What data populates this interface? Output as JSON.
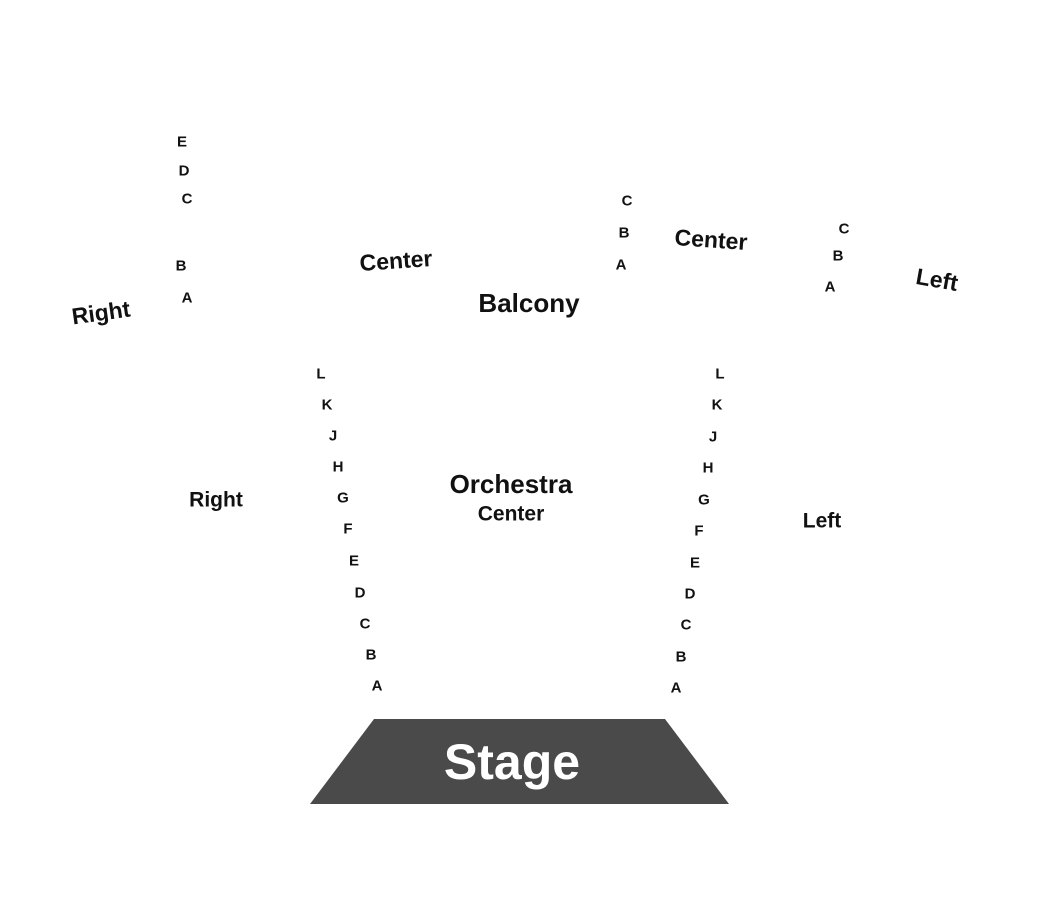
{
  "sections": {
    "balcony": {
      "title": "Balcony",
      "right": "Right",
      "center_left": "Center",
      "center_right": "Center",
      "left": "Left"
    },
    "orchestra": {
      "title": "Orchestra",
      "subtitle": "Center",
      "right": "Right",
      "left": "Left"
    }
  },
  "rows": {
    "balcony_right": [
      "E",
      "D",
      "C",
      "B",
      "A"
    ],
    "balcony_center": [
      "C",
      "B",
      "A"
    ],
    "balcony_left": [
      "C",
      "B",
      "A"
    ],
    "orchestra_left_aisle": [
      "L",
      "K",
      "J",
      "H",
      "G",
      "F",
      "E",
      "D",
      "C",
      "B",
      "A"
    ],
    "orchestra_right_aisle": [
      "L",
      "K",
      "J",
      "H",
      "G",
      "F",
      "E",
      "D",
      "C",
      "B",
      "A"
    ]
  },
  "stage": {
    "label": "Stage",
    "color": "#4a4a4a"
  }
}
